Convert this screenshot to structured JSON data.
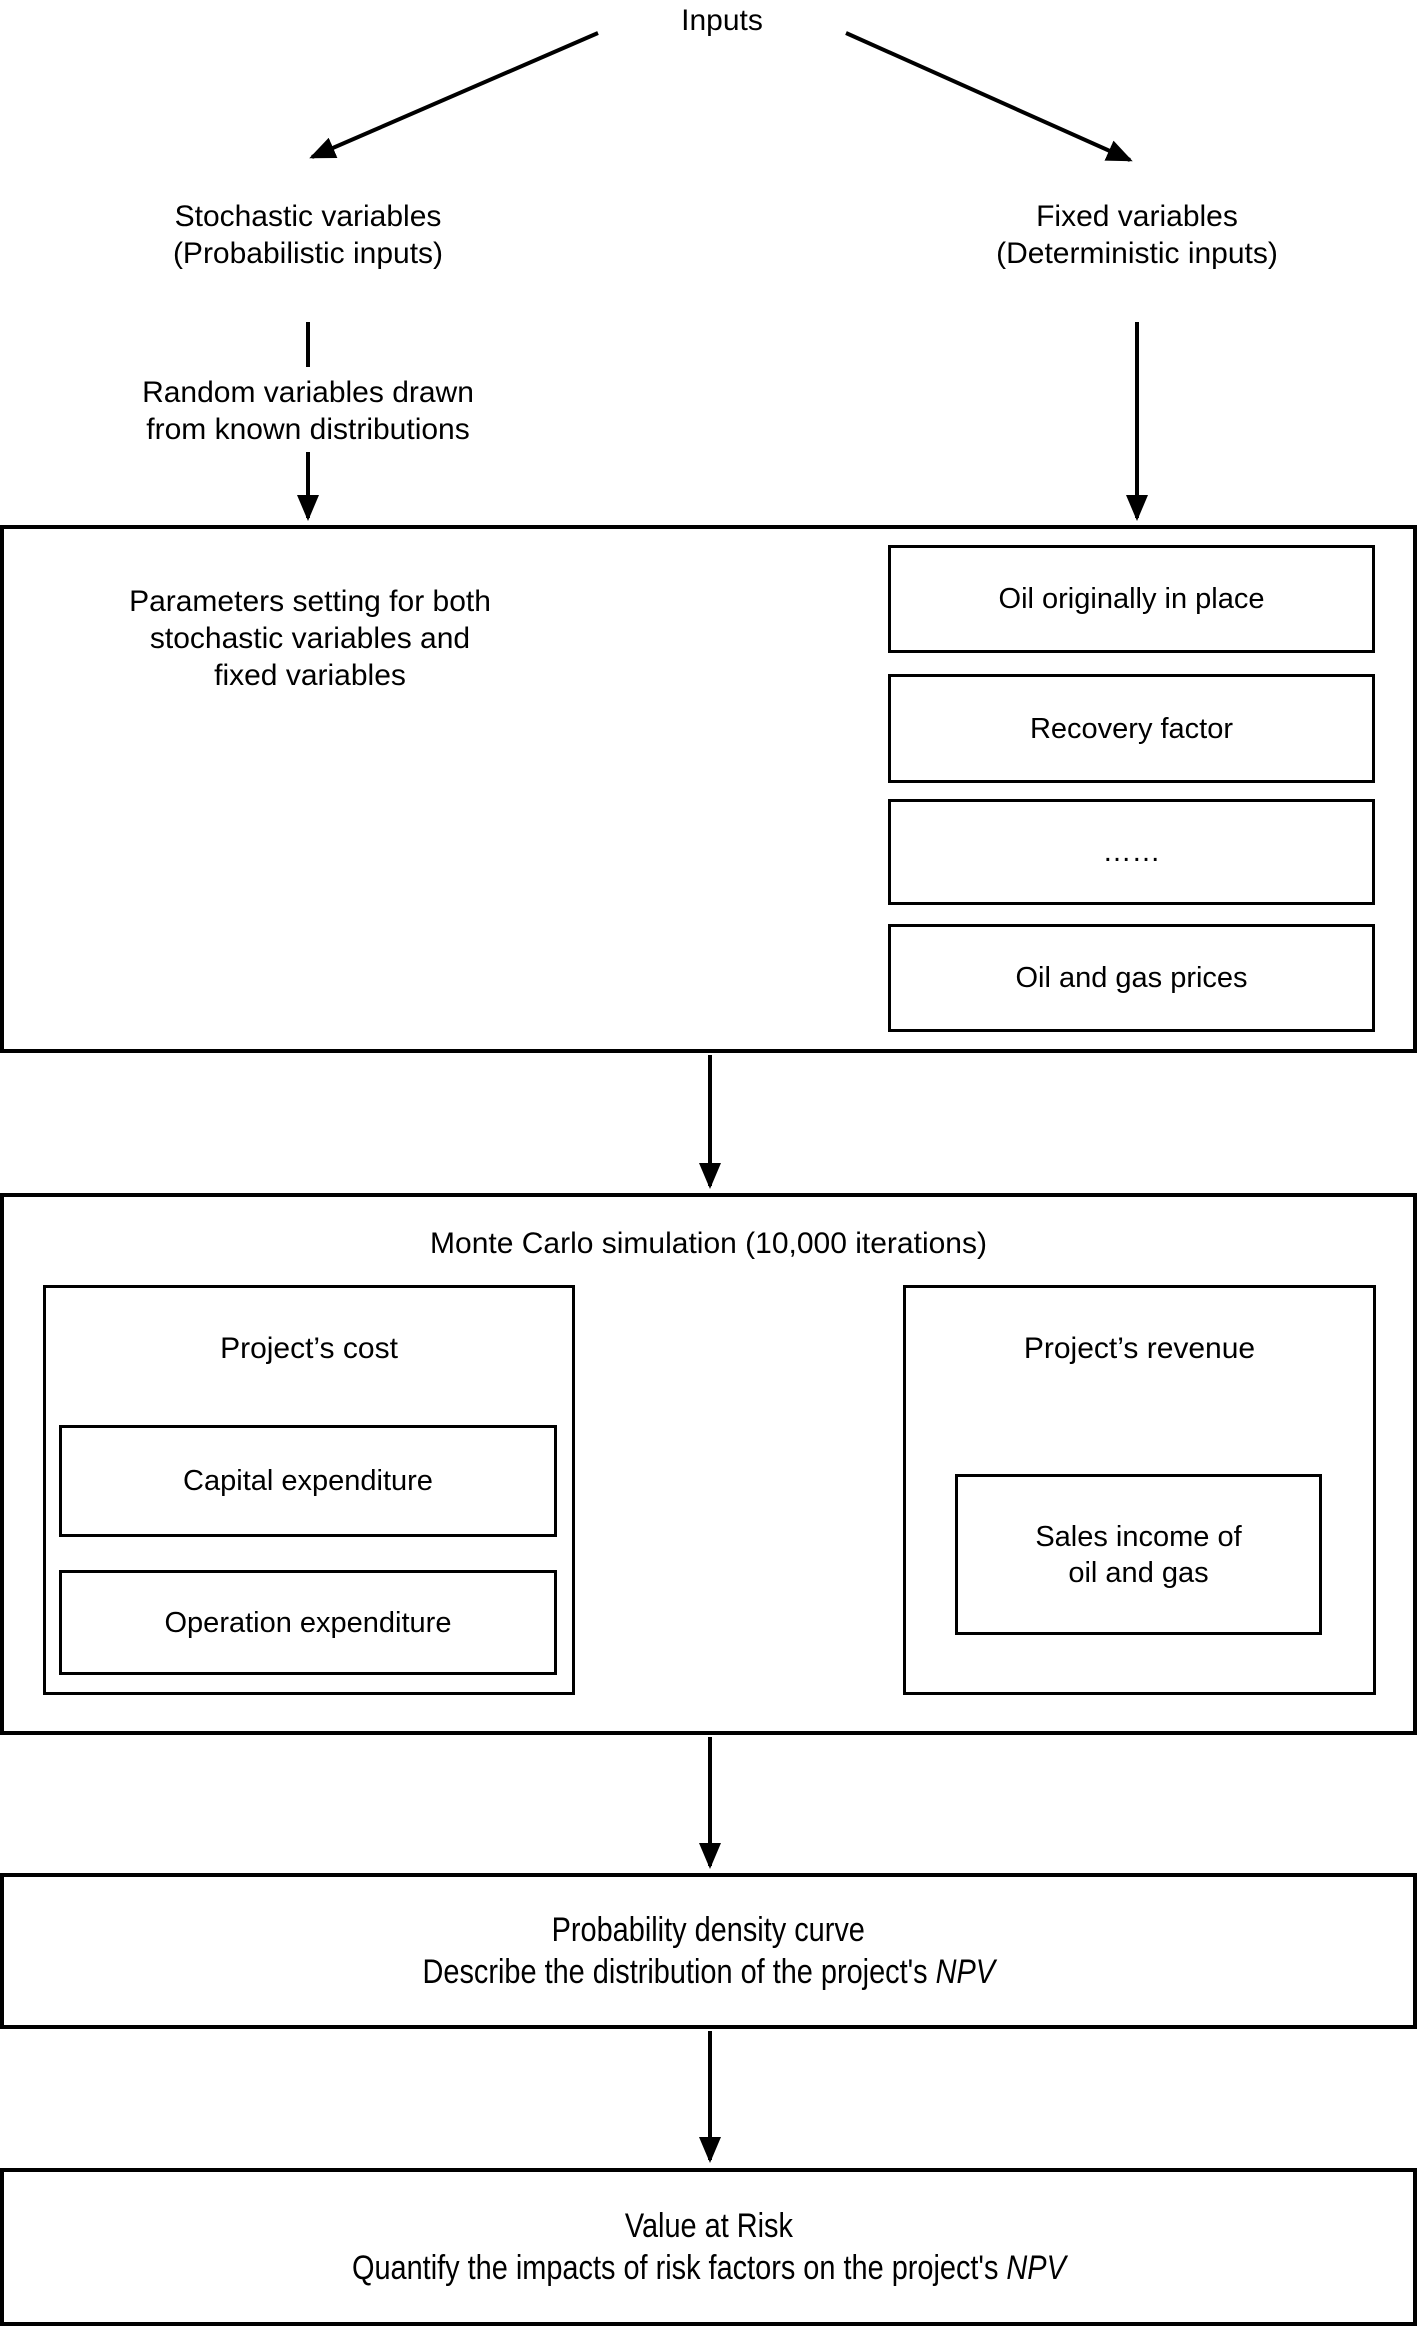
{
  "diagram": {
    "colors": {
      "ink": "#000000",
      "paper": "#ffffff"
    },
    "inputs_label": "Inputs",
    "stochastic": {
      "line1": "Stochastic variables",
      "line2": "(Probabilistic inputs)"
    },
    "fixed": {
      "line1": "Fixed variables",
      "line2": "(Deterministic inputs)"
    },
    "random_note": {
      "line1": "Random variables drawn",
      "line2": "from known distributions"
    },
    "parameters_box": {
      "label": {
        "line1": "Parameters setting for both",
        "line2": "stochastic variables and",
        "line3": "fixed variables"
      },
      "items": [
        "Oil originally in place",
        "Recovery factor",
        "……",
        "Oil and gas prices"
      ]
    },
    "monte_carlo_box": {
      "title": "Monte Carlo simulation (10,000 iterations)",
      "cost": {
        "label": "Project’s cost",
        "items": [
          "Capital expenditure",
          "Operation expenditure"
        ]
      },
      "revenue": {
        "label": "Project’s revenue",
        "item": {
          "line1": "Sales income of",
          "line2": "oil and gas"
        }
      }
    },
    "pdc_box": {
      "line1": "Probability density curve",
      "line2_prefix": "Describe the distribution of the project's ",
      "line2_italic": "NPV"
    },
    "var_box": {
      "line1": "Value at Risk",
      "line2_prefix": "Quantify the impacts of risk factors on the project's ",
      "line2_italic": "NPV"
    }
  }
}
